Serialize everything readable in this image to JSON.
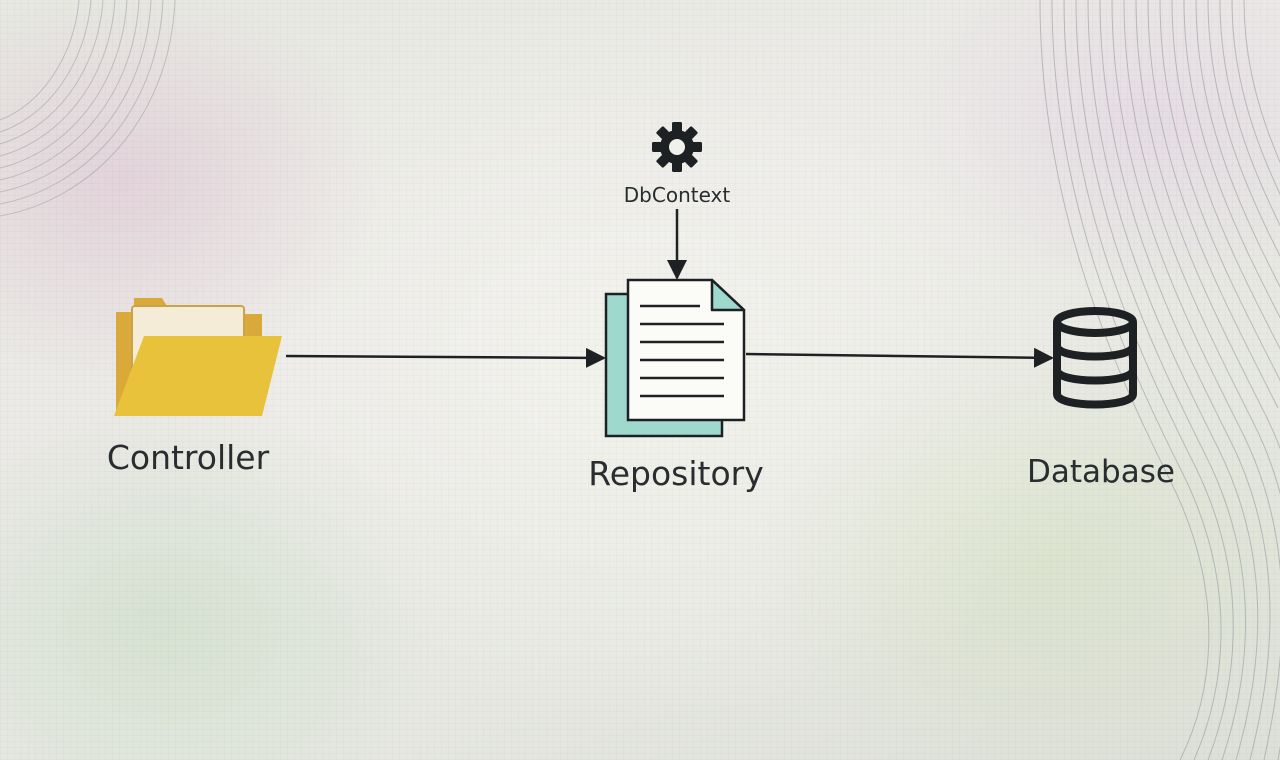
{
  "nodes": {
    "controller": {
      "label": "Controller",
      "icon": "folder-icon"
    },
    "repository": {
      "label": "Repository",
      "icon": "document-icon"
    },
    "database": {
      "label": "Database",
      "icon": "database-icon"
    },
    "dbcontext": {
      "label": "DbContext",
      "icon": "gear-icon"
    }
  },
  "edges": [
    {
      "from": "controller",
      "to": "repository"
    },
    {
      "from": "repository",
      "to": "database"
    },
    {
      "from": "dbcontext",
      "to": "repository"
    }
  ],
  "colors": {
    "folder": "#e8c23a",
    "folder_back": "#d9a93a",
    "document_back": "#9fd8cd",
    "line": "#1e2124",
    "text": "#2a2d2f"
  }
}
